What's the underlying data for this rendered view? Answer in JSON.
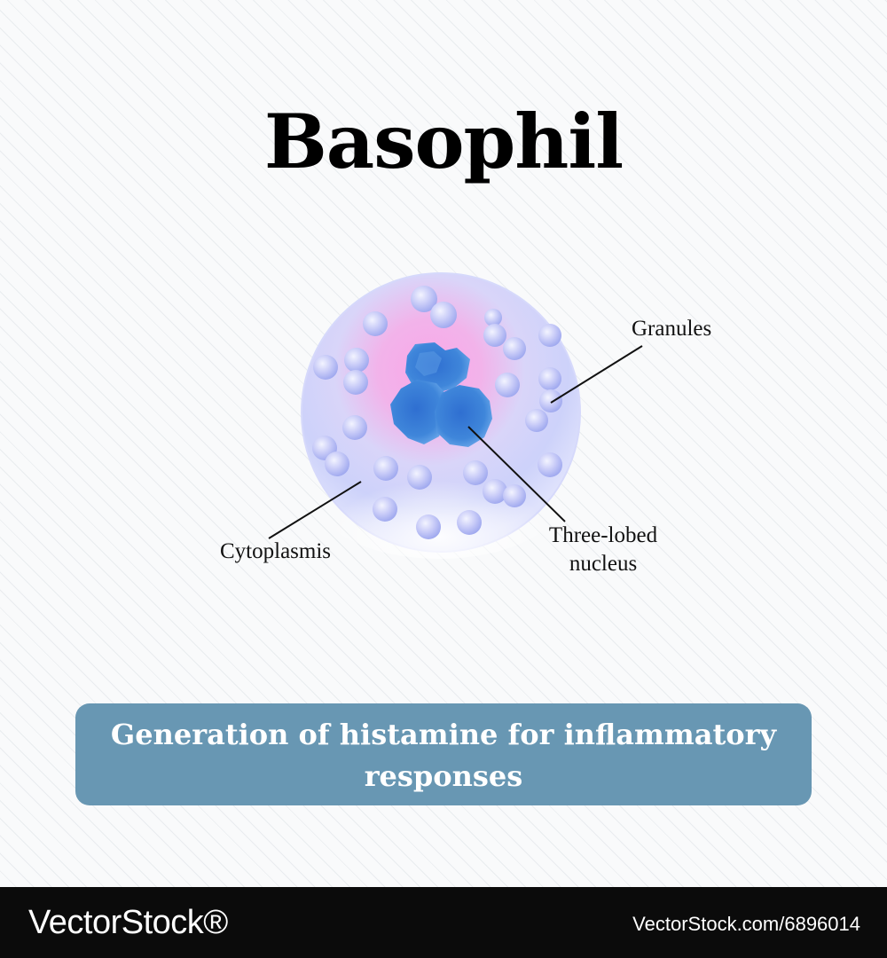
{
  "title": "Basophil",
  "labels": {
    "granules": "Granules",
    "cytoplasm": "Cytoplasmis",
    "nucleus": "Three-lobed nucleus"
  },
  "caption": "Generation of histamine for inflammatory responses",
  "watermark": {
    "logo": "VectorStock®",
    "url": "VectorStock.com/6896014"
  },
  "colors": {
    "cell_edge": "#c9ccf7",
    "cell_center_pink": "#f4a5e4",
    "nucleus_blue": "#3c7fd4",
    "granule_fill": "#c3c8f8",
    "caption_background": "#6897b3",
    "watermark_bar": "#0b0b0b"
  }
}
